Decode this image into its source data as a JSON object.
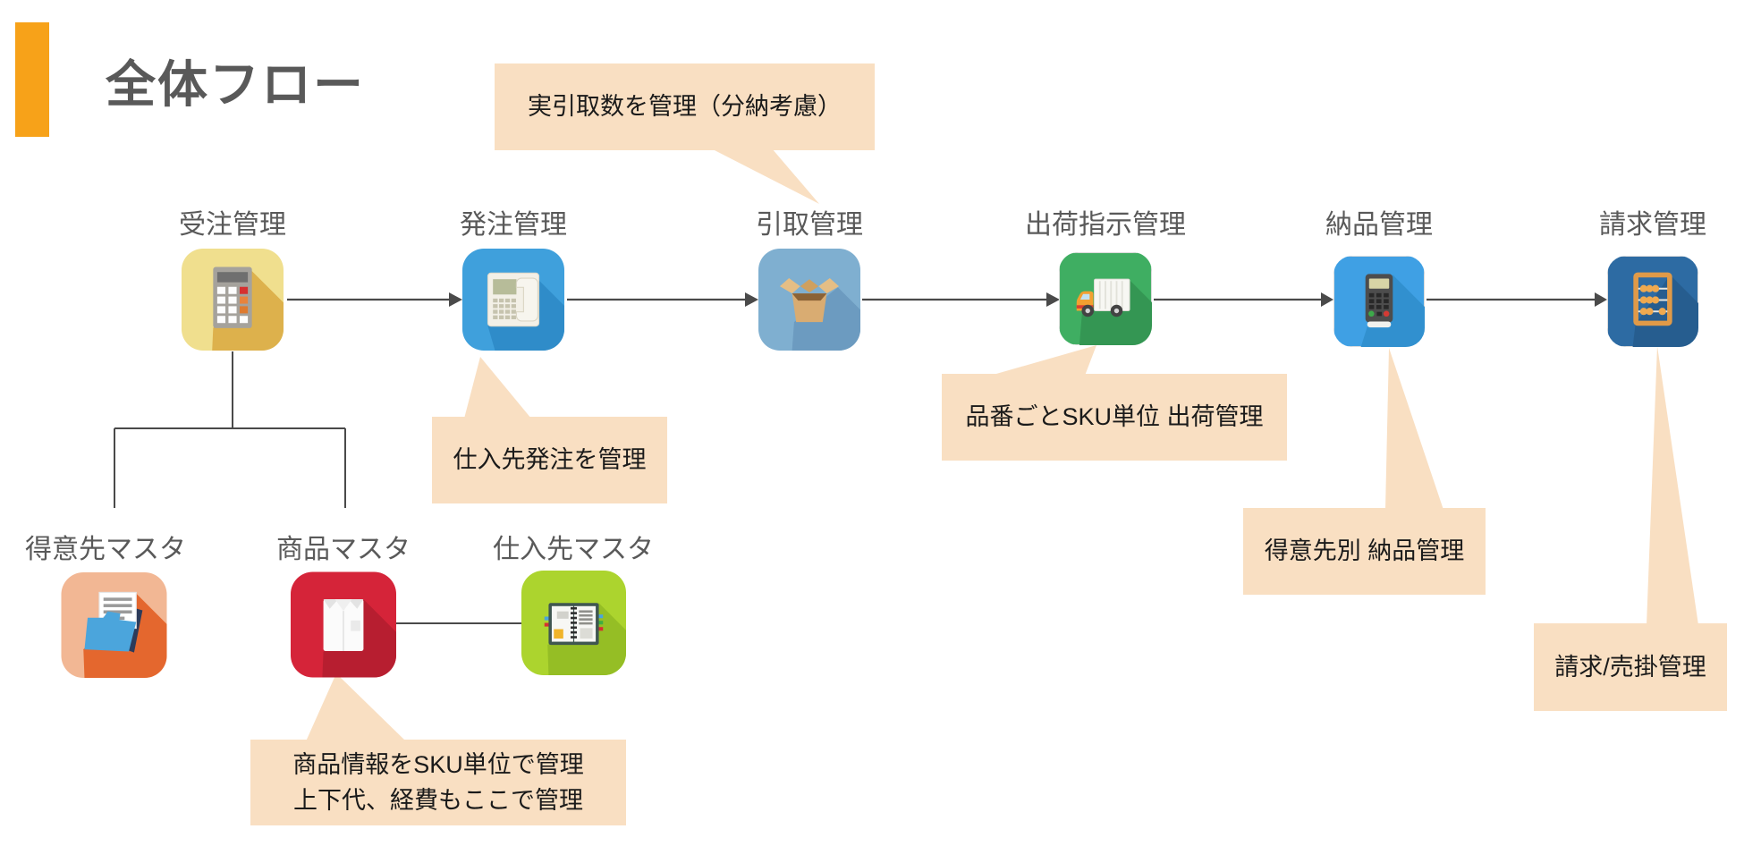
{
  "page": {
    "title": "全体フロー",
    "background": "#FFFFFF",
    "accent_color": "#F7A219",
    "title_color": "#595959"
  },
  "flow": {
    "steps": [
      {
        "label": "受注管理",
        "icon": "calculator-icon",
        "color": "#F0DF8E"
      },
      {
        "label": "発注管理",
        "icon": "desk-phone-icon",
        "color": "#3FA0DC"
      },
      {
        "label": "引取管理",
        "icon": "open-box-icon",
        "color": "#7FAFD0"
      },
      {
        "label": "出荷指示管理",
        "icon": "truck-icon",
        "color": "#3FAE62"
      },
      {
        "label": "納品管理",
        "icon": "pos-terminal-icon",
        "color": "#3FA0E4"
      },
      {
        "label": "請求管理",
        "icon": "abacus-icon",
        "color": "#2D6BA3"
      }
    ]
  },
  "masters": {
    "items": [
      {
        "label": "得意先マスタ",
        "icon": "folder-icon",
        "color": "#F2B794"
      },
      {
        "label": "商品マスタ",
        "icon": "shirt-icon",
        "color": "#D52439"
      },
      {
        "label": "仕入先マスタ",
        "icon": "planner-icon",
        "color": "#ACD42E"
      }
    ]
  },
  "callouts": {
    "pickup": "実引取数を管理（分納考慮）",
    "purchase": "仕入先発注を管理",
    "shipping": "品番ごとSKU単位 出荷管理",
    "delivery": "得意先別 納品管理",
    "billing": "請求/売掛管理",
    "product_line1": "商品情報をSKU単位で管理",
    "product_line2": "上下代、経費もここで管理",
    "background": "#F9DFC2",
    "text_color": "#1A1A1A"
  },
  "connectors": {
    "color": "#4A4A4A"
  }
}
